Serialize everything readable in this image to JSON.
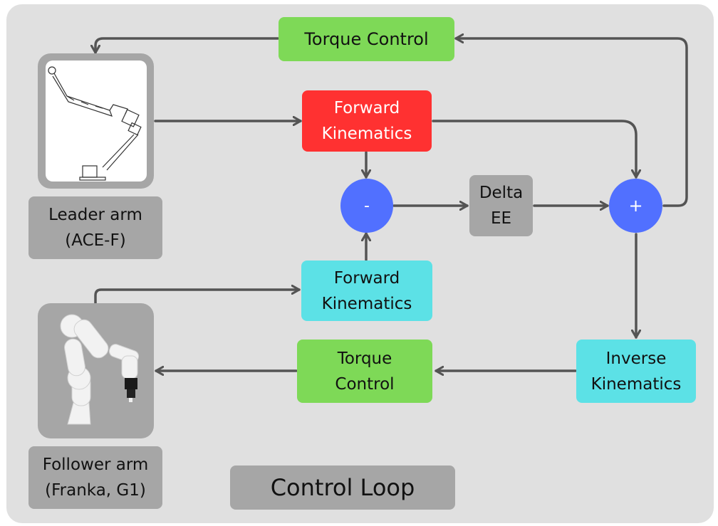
{
  "diagram": {
    "title": "Control Loop",
    "colors": {
      "background": "#e0e0e0",
      "torque_control": "#7ed957",
      "leader_fk": "#ff3131",
      "follower_kinematics": "#5ce1e6",
      "summing_junction": "#5170ff",
      "label_box": "#a6a6a6",
      "arrow": "#545454"
    },
    "nodes": {
      "torque_control_top": "Torque Control",
      "forward_kinematics_leader": "Forward\nKinematics",
      "subtract_junction": "-",
      "delta_ee": "Delta\nEE",
      "add_junction": "+",
      "forward_kinematics_follower": "Forward\nKinematics",
      "inverse_kinematics": "Inverse\nKinematics",
      "torque_control_bottom": "Torque\nControl",
      "leader_arm_label": "Leader arm\n(ACE-F)",
      "follower_arm_label": "Follower arm\n(Franka, G1)"
    },
    "images": {
      "leader_arm": "leader-arm-line-drawing",
      "follower_arm": "franka-robot-render"
    },
    "edges": [
      {
        "from": "Leader arm",
        "to": "Forward Kinematics (leader)"
      },
      {
        "from": "Forward Kinematics (leader)",
        "to": "-"
      },
      {
        "from": "Forward Kinematics (leader)",
        "to": "+"
      },
      {
        "from": "Forward Kinematics (follower)",
        "to": "-"
      },
      {
        "from": "-",
        "to": "Delta EE"
      },
      {
        "from": "Delta EE",
        "to": "+"
      },
      {
        "from": "+",
        "to": "Torque Control (top)"
      },
      {
        "from": "Torque Control (top)",
        "to": "Leader arm"
      },
      {
        "from": "+",
        "to": "Inverse Kinematics"
      },
      {
        "from": "Inverse Kinematics",
        "to": "Torque Control (bottom)"
      },
      {
        "from": "Torque Control (bottom)",
        "to": "Follower arm"
      },
      {
        "from": "Follower arm",
        "to": "Forward Kinematics (follower)"
      }
    ]
  }
}
